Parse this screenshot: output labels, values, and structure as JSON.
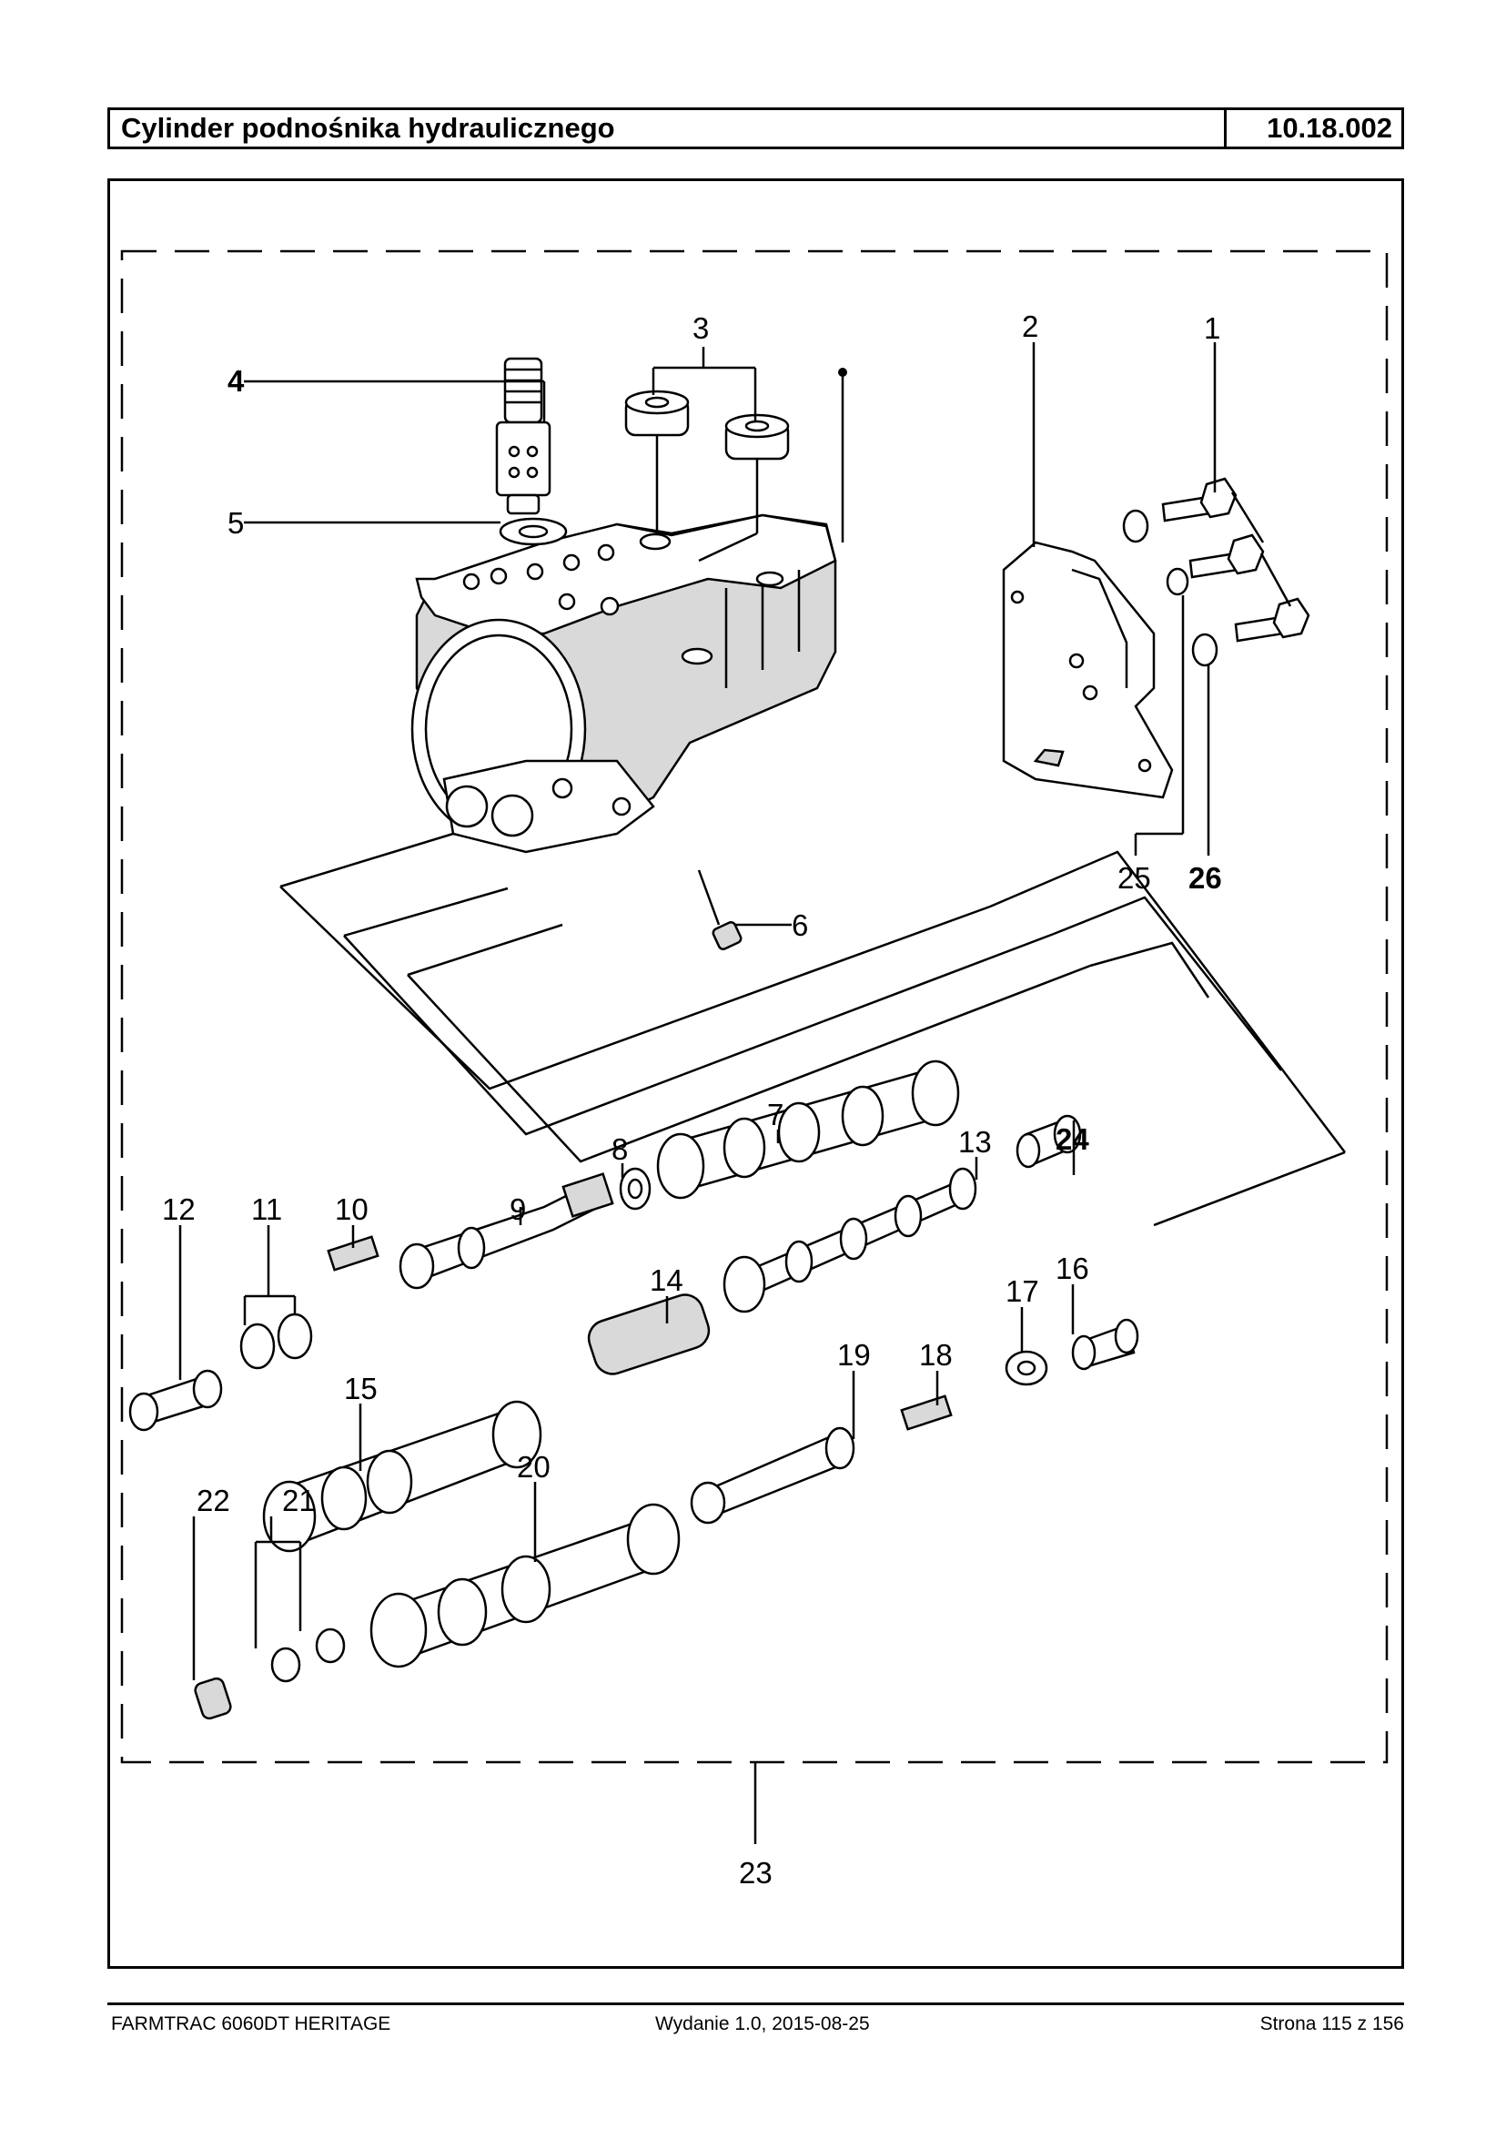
{
  "header": {
    "title": "Cylinder podnośnika hydraulicznego",
    "code": "10.18.002"
  },
  "callouts": [
    "1",
    "2",
    "3",
    "4",
    "5",
    "6",
    "7",
    "8",
    "9",
    "10",
    "11",
    "12",
    "13",
    "14",
    "15",
    "16",
    "17",
    "18",
    "19",
    "20",
    "21",
    "22",
    "23",
    "24",
    "25",
    "26"
  ],
  "footer": {
    "left": "FARMTRAC 6060DT HERITAGE",
    "center": "Wydanie 1.0,  2015-08-25",
    "right": "Strona 115 z 156"
  }
}
